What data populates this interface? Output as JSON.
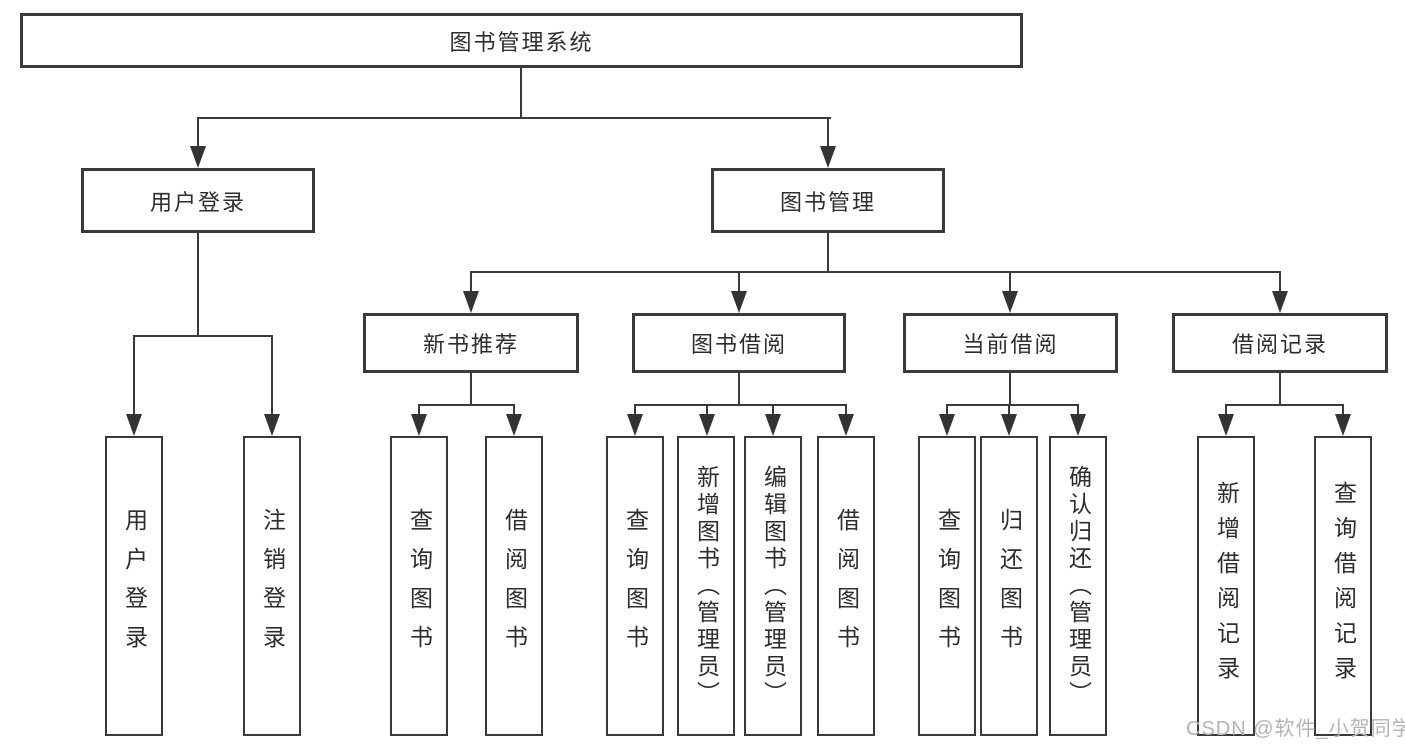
{
  "tree": {
    "label": "图书管理系统",
    "children": [
      {
        "label": "用户登录",
        "children": [
          {
            "label": "用户登录"
          },
          {
            "label": "注销登录"
          }
        ]
      },
      {
        "label": "图书管理",
        "children": [
          {
            "label": "新书推荐",
            "children": [
              {
                "label": "查询图书"
              },
              {
                "label": "借阅图书"
              }
            ]
          },
          {
            "label": "图书借阅",
            "children": [
              {
                "label": "查询图书"
              },
              {
                "label": "新增图书（管理员）"
              },
              {
                "label": "编辑图书（管理员）"
              },
              {
                "label": "借阅图书"
              }
            ]
          },
          {
            "label": "当前借阅",
            "children": [
              {
                "label": "查询图书"
              },
              {
                "label": "归还图书"
              },
              {
                "label": "确认归还（管理员）"
              }
            ]
          },
          {
            "label": "借阅记录",
            "children": [
              {
                "label": "新增借阅记录"
              },
              {
                "label": "查询借阅记录"
              }
            ]
          }
        ]
      }
    ]
  },
  "watermark": {
    "text": "CSDN @软件_小贺同学"
  },
  "colors": {
    "background": "#ffffff",
    "line": "#3a3a3a",
    "box_border": "#3a3a3a",
    "text": "#2d2d2d",
    "watermark": "#b4b4b4"
  }
}
